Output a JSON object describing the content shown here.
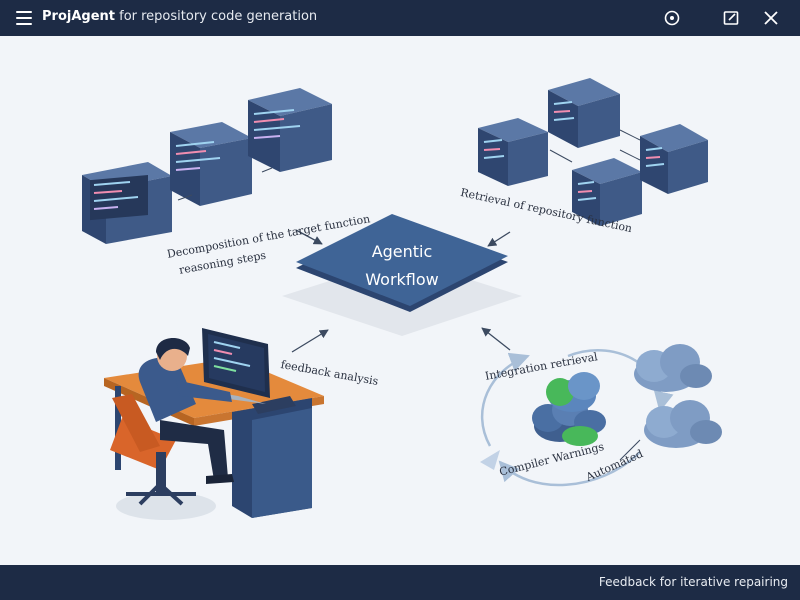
{
  "app": {
    "title_bold": "ProjAgent",
    "title_rest": " for repository code generation"
  },
  "toolbar": {
    "icons": [
      "target-icon",
      "edit-icon",
      "close-icon"
    ]
  },
  "diagram": {
    "center_node": {
      "line1": "Agentic",
      "line2": "Workflow"
    },
    "labels": {
      "decomposition_a": "Decomposition of the target function",
      "decomposition_b": "reasoning steps",
      "retrieval": "Retrieval of repository function",
      "feedback_analysis": "feedback analysis",
      "integration_retrieval": "Integration retrieval",
      "compiler_warnings": "Compiler Warnings",
      "automated": "Automated"
    }
  },
  "footer": {
    "text": "Feedback for iterative repairing"
  },
  "colors": {
    "header": "#1d2b45",
    "node": "#3f6496",
    "server": "#3f5a87",
    "desk": "#e48a3c",
    "cloud": "#7f9cc4",
    "green": "#48b85a"
  }
}
